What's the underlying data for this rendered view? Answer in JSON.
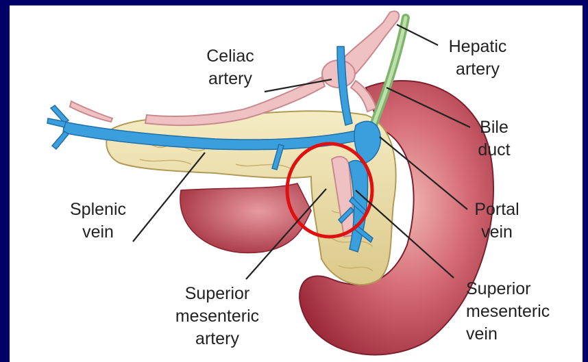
{
  "labels": {
    "celiac": [
      "Celiac",
      "artery"
    ],
    "hepatic": [
      "Hepatic",
      "artery"
    ],
    "bile": [
      "Bile",
      "duct"
    ],
    "splenic": [
      "Splenic",
      "vein"
    ],
    "portal": [
      "Portal",
      "vein"
    ],
    "sma": [
      "Superior",
      "mesenteric",
      "artery"
    ],
    "smv": [
      "Superior",
      "mesenteric",
      "vein"
    ]
  },
  "colors": {
    "frame": "#000066",
    "panel": "#ffffff",
    "pancreas": "#ecdca2",
    "duodenum": "#b3303f",
    "vein": "#3a9fdc",
    "artery": "#e9b8ba",
    "bile_duct": "#9cc98a",
    "highlight_circle": "#e01010"
  }
}
